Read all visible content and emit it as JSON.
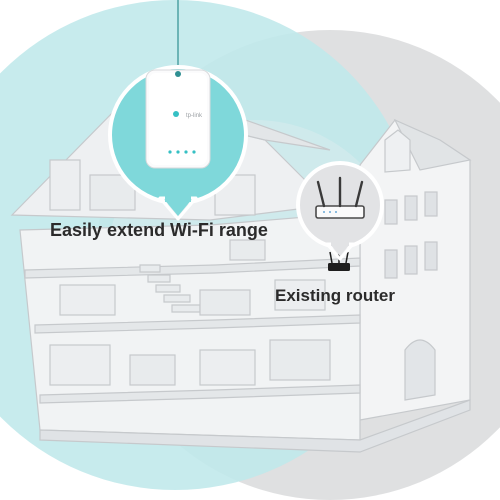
{
  "captions": {
    "extender": "Easily extend Wi-Fi range",
    "router": "Existing router"
  },
  "device": {
    "brand_mark": "tp-link"
  },
  "colors": {
    "extender_coverage": "#bde7e9",
    "router_coverage": "#d9dadc",
    "extender_badge": "#7fd8da",
    "router_badge": "#e2e3e5",
    "house": "#f4f5f6",
    "house_lines": "#c6c9cc",
    "text": "#2b2b2b"
  },
  "icons": {
    "extender": "range-extender-icon",
    "router": "wifi-router-icon"
  }
}
